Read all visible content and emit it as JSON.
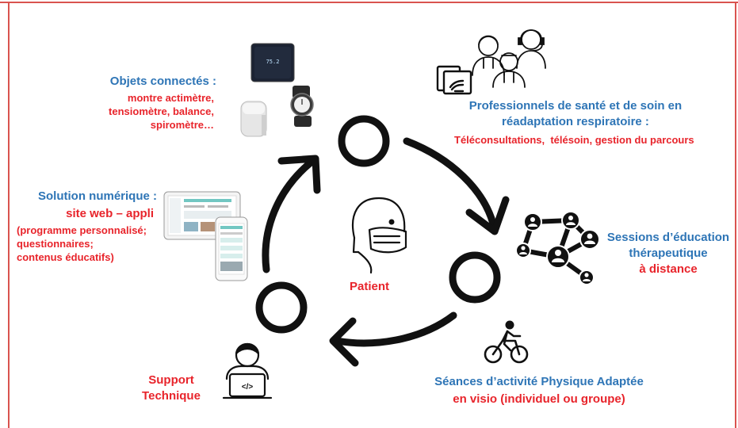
{
  "center": {
    "label": "Patient"
  },
  "connected_objects": {
    "title": "Objets connectés :",
    "lines": [
      "montre actimètre,",
      "tensiomètre, balance,",
      "spiromètre…"
    ]
  },
  "digital_solution": {
    "title": "Solution numérique :",
    "subtitle": "site web – appli",
    "lines": [
      "(programme personnalisé;",
      "questionnaires;",
      "contenus éducatifs)"
    ]
  },
  "professionals": {
    "title_lines": [
      "Professionnels de santé et de soin en",
      "réadaptation respiratoire :"
    ],
    "detail": "Téléconsultations,  télésoin, gestion du parcours"
  },
  "education": {
    "lines": [
      "Sessions d’éducation",
      "thérapeutique"
    ],
    "highlight": "à distance"
  },
  "physical_activity": {
    "title": "Séances d’activité Physique Adaptée",
    "detail": "en visio (individuel ou groupe)"
  },
  "support": {
    "lines": [
      "Support",
      "Technique"
    ],
    "code_symbol": "</>"
  },
  "colors": {
    "blue": "#2e75b6",
    "red": "#e8242b",
    "frame": "#d9534f",
    "ink": "#111111"
  },
  "icons": [
    "scale-icon",
    "blood-pressure-monitor-icon",
    "smartwatch-icon",
    "tablet-icon",
    "phone-icon",
    "doctor-icon",
    "headset-agent-icon",
    "nurse-icon",
    "video-screen-icon",
    "patient-mask-icon",
    "network-icon",
    "cyclist-icon",
    "developer-laptop-icon"
  ]
}
